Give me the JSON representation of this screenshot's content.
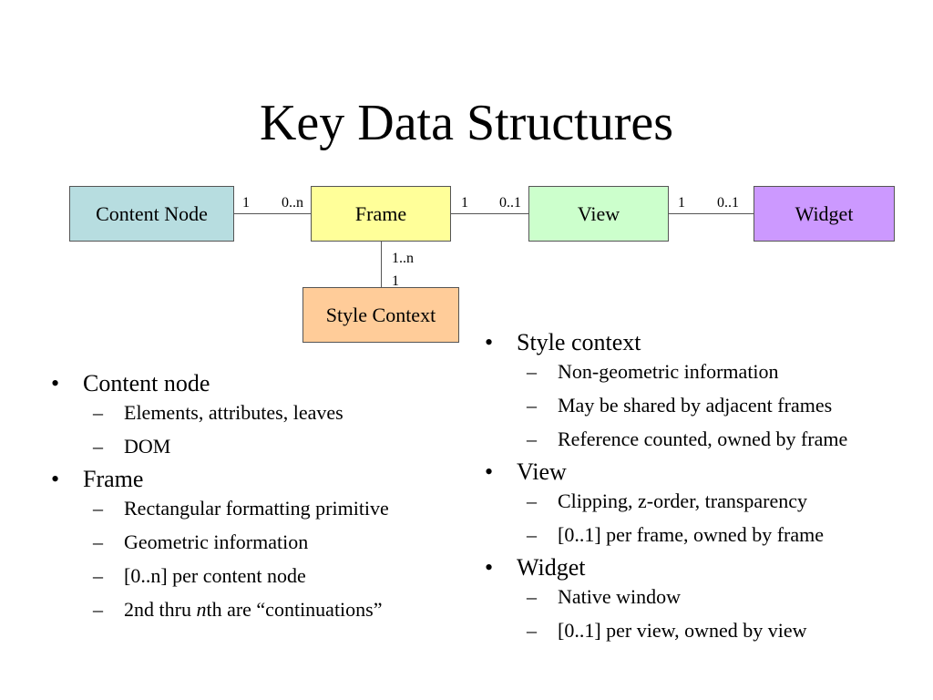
{
  "title": "Key Data Structures",
  "diagram": {
    "boxes": {
      "content_node": {
        "label": "Content Node",
        "color": "#b7dde0"
      },
      "frame": {
        "label": "Frame",
        "color": "#ffff99"
      },
      "view": {
        "label": "View",
        "color": "#ccffcc"
      },
      "widget": {
        "label": "Widget",
        "color": "#cc99ff"
      },
      "style_context": {
        "label": "Style Context",
        "color": "#ffcc99"
      }
    },
    "multiplicities": {
      "content_frame_left": "1",
      "content_frame_right": "0..n",
      "frame_view_left": "1",
      "frame_view_right": "0..1",
      "view_widget_left": "1",
      "view_widget_right": "0..1",
      "frame_style_top": "1..n",
      "frame_style_bottom": "1"
    }
  },
  "bullets_left": [
    {
      "text": "Content node",
      "subs": [
        "Elements, attributes, leaves",
        "DOM"
      ]
    },
    {
      "text": "Frame",
      "subs": [
        "Rectangular formatting primitive",
        "Geometric information",
        "[0..n] per content node"
      ],
      "continuation": {
        "prefix": "2nd thru ",
        "italic": "n",
        "suffix": "th are “continuations”"
      }
    }
  ],
  "bullets_right": [
    {
      "text": "Style context",
      "subs": [
        "Non-geometric information",
        "May be shared by adjacent frames",
        "Reference counted, owned by frame"
      ]
    },
    {
      "text": "View",
      "subs": [
        "Clipping, z-order, transparency",
        "[0..1] per frame, owned by frame"
      ]
    },
    {
      "text": "Widget",
      "subs": [
        "Native window",
        "[0..1] per view, owned by view"
      ]
    }
  ],
  "symbols": {
    "bullet": "•",
    "dash": "–"
  }
}
